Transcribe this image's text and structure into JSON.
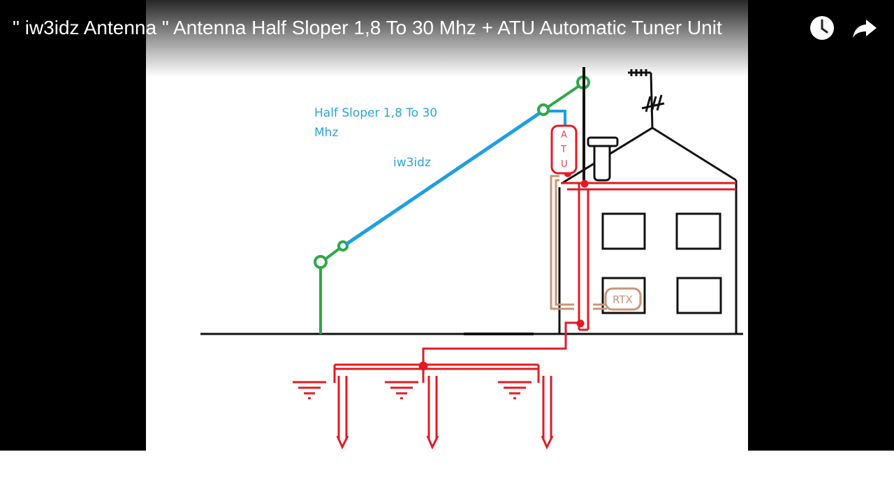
{
  "video": {
    "title": "\" iw3idz Antenna \" Antenna Half Sloper 1,8 To 30 Mhz + ATU Automatic Tuner Unit"
  },
  "controls": {
    "watch_later_icon": "clock-icon",
    "share_icon": "share-arrow-icon"
  },
  "diagram": {
    "label_line1": "Half Sloper 1,8 To 30",
    "label_line2": "Mhz",
    "callsign": "iw3idz",
    "atu_letters": [
      "A",
      "T",
      "U"
    ],
    "rtx": "RTX"
  },
  "colors": {
    "antenna_wire": "#1e9fe0",
    "support": "#2ea84a",
    "ground_system": "#e21b23",
    "coax": "#c89478",
    "house": "#111111"
  }
}
